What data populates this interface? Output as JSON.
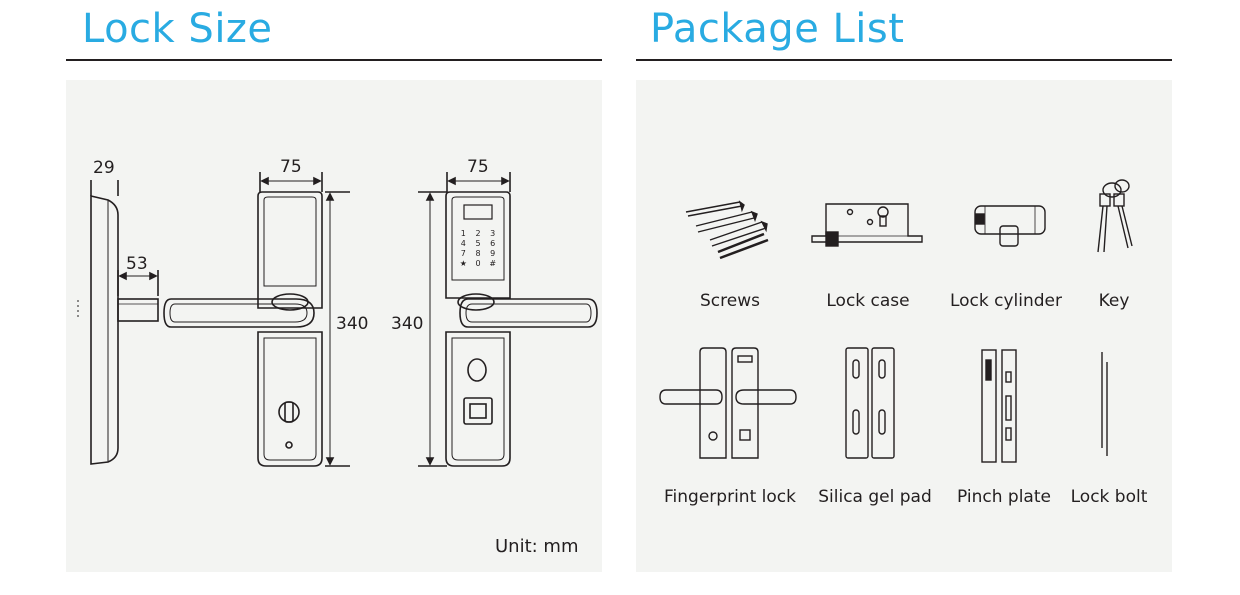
{
  "lock_size": {
    "title": "Lock Size",
    "unit": "Unit: mm",
    "dimensions": {
      "side_thickness": "29",
      "cylinder_length": "53",
      "front_width": "75",
      "front_height": "340",
      "back_width": "75",
      "back_height": "340"
    },
    "keypad_keys": [
      "1",
      "2",
      "3",
      "4",
      "5",
      "6",
      "7",
      "8",
      "9",
      "★",
      "0",
      "#"
    ]
  },
  "package_list": {
    "title": "Package List",
    "items": [
      {
        "label": "Screws"
      },
      {
        "label": "Lock case"
      },
      {
        "label": "Lock cylinder"
      },
      {
        "label": "Key"
      },
      {
        "label": "Fingerprint lock"
      },
      {
        "label": "Silica gel pad"
      },
      {
        "label": "Pinch plate"
      },
      {
        "label": "Lock bolt"
      }
    ]
  },
  "colors": {
    "title": "#29abe2",
    "panel": "#f3f4f2",
    "line": "#231f20"
  }
}
